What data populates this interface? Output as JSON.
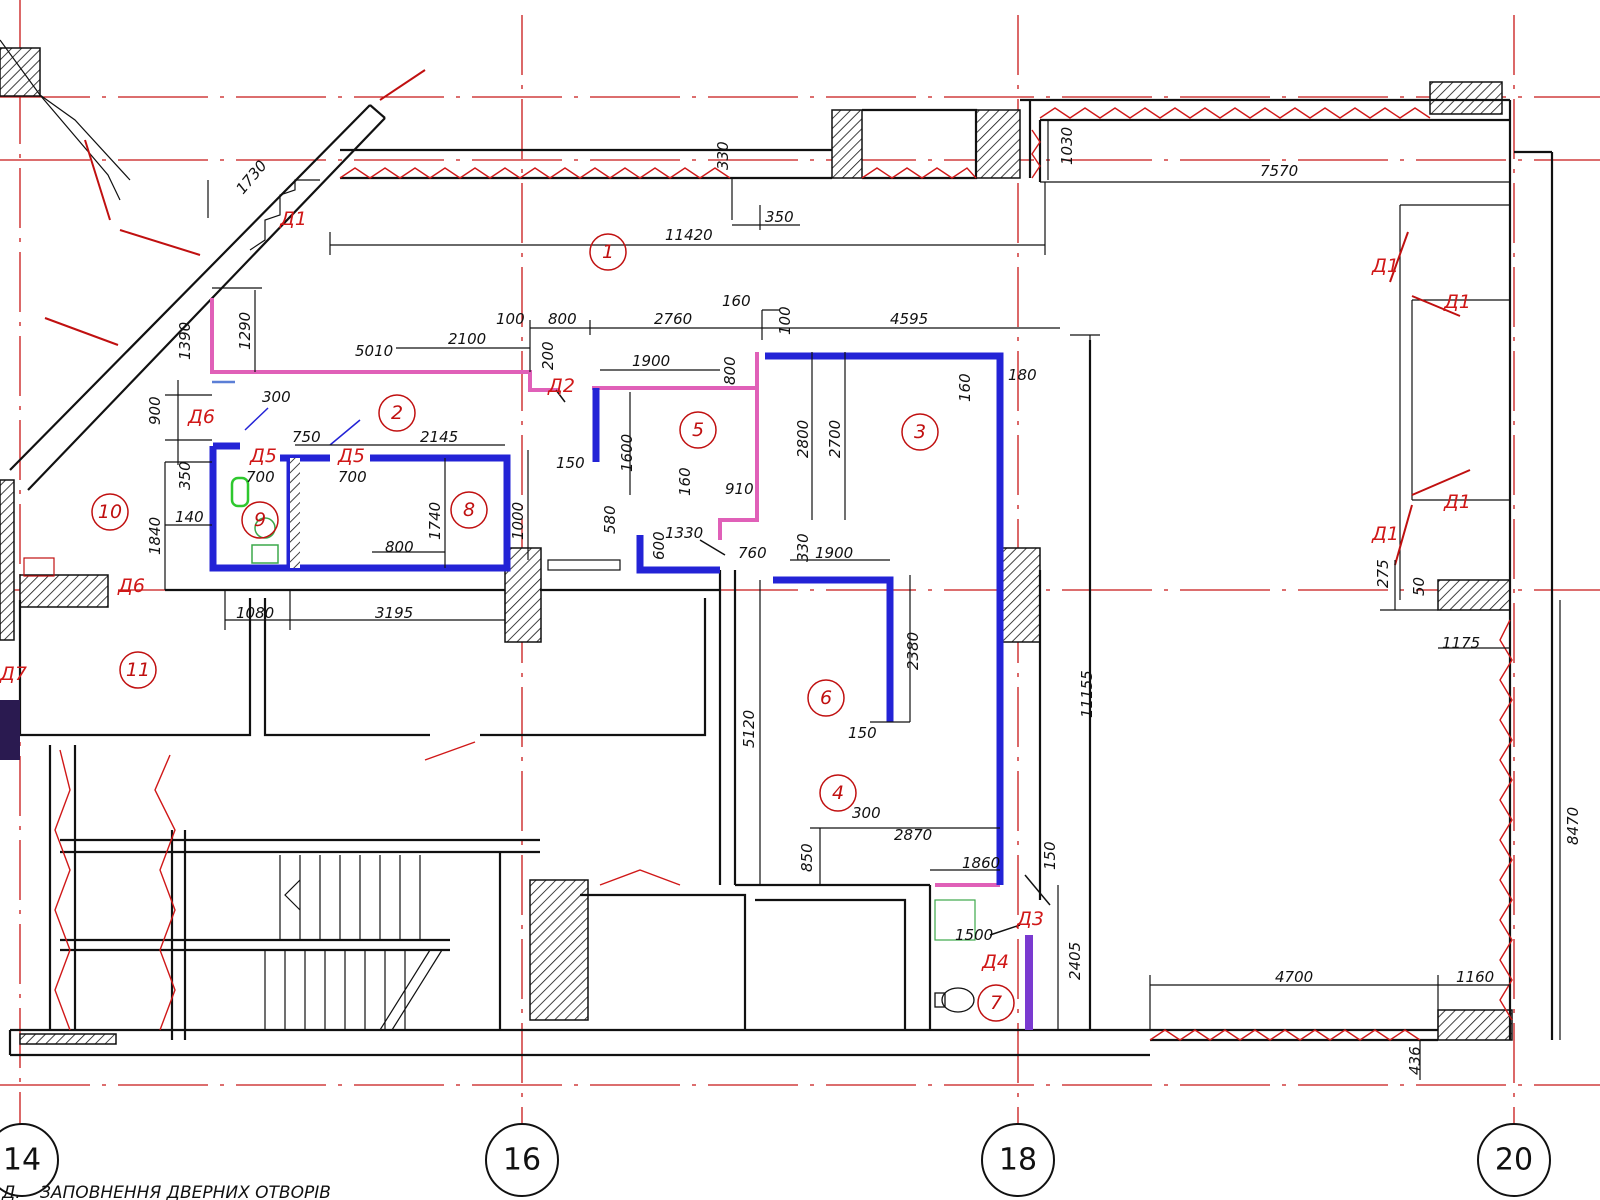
{
  "axes": [
    "14",
    "16",
    "18",
    "20"
  ],
  "rooms": [
    "1",
    "2",
    "3",
    "4",
    "5",
    "6",
    "7",
    "8",
    "9",
    "10",
    "11"
  ],
  "doors": {
    "d1_a": "Д1",
    "d1_b": "Д1",
    "d1_c": "Д1",
    "d1_d": "Д1",
    "d1_e": "Д1",
    "d2": "Д2",
    "d3": "Д3",
    "d4": "Д4",
    "d5_a": "Д5",
    "d5_b": "Д5",
    "d6_a": "Д6",
    "d6_b": "Д6",
    "d7": "Д7"
  },
  "dimensions": {
    "top_1730": "1730",
    "top_330": "330",
    "top_350": "350",
    "top_1030": "1030",
    "top_7570": "7570",
    "top_11420": "11420",
    "d1290": "1290",
    "d1390": "1390",
    "d5010": "5010",
    "d2100": "2100",
    "d100a": "100",
    "d800a": "800",
    "d200": "200",
    "d2760": "2760",
    "d160a": "160",
    "d100b": "100",
    "d4595": "4595",
    "d1900a": "1900",
    "d800b": "800",
    "d160b": "160",
    "d180": "180",
    "d900": "900",
    "d300": "300",
    "d750": "750",
    "d2145": "2145",
    "d700a": "700",
    "d700b": "700",
    "d350": "350",
    "d140": "140",
    "d1840": "1840",
    "d1740": "1740",
    "d1600a": "1600",
    "d150a": "150",
    "d2800": "2800",
    "d2700": "2700",
    "d580": "580",
    "d160c": "160",
    "d910": "910",
    "d1330": "1330",
    "d600": "600",
    "d1000": "1000",
    "d800c": "800",
    "d760": "760",
    "d330": "330",
    "d1900b": "1900",
    "d1080": "1080",
    "d3195": "3195",
    "d2380": "2380",
    "d150b": "150",
    "d5120": "5120",
    "d11155": "11155",
    "d300b": "300",
    "d2870": "2870",
    "d850": "850",
    "d1860": "1860",
    "d150c": "150",
    "d1500": "1500",
    "d2405": "2405",
    "d4700": "4700",
    "d1160": "1160",
    "d436": "436",
    "d8470": "8470",
    "d1175": "1175",
    "d275": "275",
    "d50": "50"
  },
  "caption": "ЗАПОВНЕННЯ ДВЕРНИХ ОТВОРІВ",
  "caption_prefix": "Д."
}
